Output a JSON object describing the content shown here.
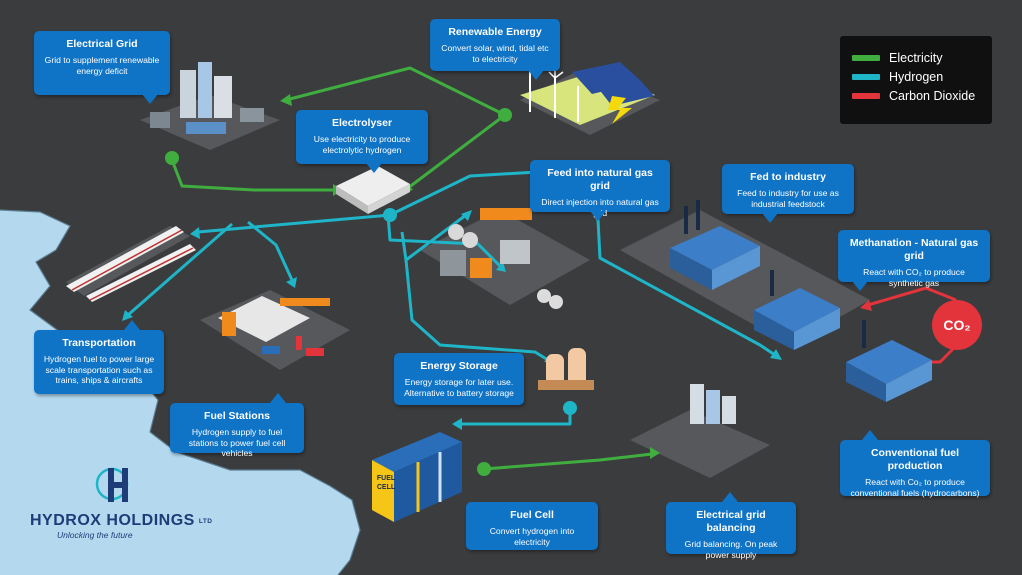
{
  "legend": {
    "items": [
      {
        "label": "Electricity",
        "color": "#3fae3f"
      },
      {
        "label": "Hydrogen",
        "color": "#1eb5c8"
      },
      {
        "label": "Carbon Dioxide",
        "color": "#e3343c"
      }
    ]
  },
  "callouts": {
    "electrical_grid": {
      "title": "Electrical Grid",
      "desc": "Grid to supplement renewable energy deficit"
    },
    "renewable_energy": {
      "title": "Renewable Energy",
      "desc": "Convert solar, wind, tidal etc to electricity"
    },
    "electrolyser": {
      "title": "Electrolyser",
      "desc": "Use electricity to produce electrolytic hydrogen"
    },
    "feed_gas_grid": {
      "title": "Feed into natural gas grid",
      "desc": "Direct injection into natural gas grid"
    },
    "fed_to_industry": {
      "title": "Fed to industry",
      "desc": "Feed to industry for use as industrial feedstock"
    },
    "methanation": {
      "title": "Methanation - Natural gas grid",
      "desc": "React with CO₂ to produce synthetic gas"
    },
    "transportation": {
      "title": "Transportation",
      "desc": "Hydrogen fuel to power large scale transportation such as trains, ships & aircrafts"
    },
    "fuel_stations": {
      "title": "Fuel Stations",
      "desc": "Hydrogen supply to fuel stations to power fuel cell vehicles"
    },
    "energy_storage": {
      "title": "Energy Storage",
      "desc": "Energy storage for later use. Alternative to battery storage"
    },
    "conventional_fuel": {
      "title": "Conventional fuel production",
      "desc": "React with Co₂ to produce conventional fuels (hydrocarbons)"
    },
    "fuel_cell": {
      "title": "Fuel Cell",
      "desc": "Convert hydrogen into electricity"
    },
    "grid_balancing": {
      "title": "Electrical grid balancing",
      "desc": "Grid balancing. On peak power supply"
    }
  },
  "co2_badge": "CO₂",
  "fuel_cell_label": "FUEL CELL",
  "logo": {
    "mark": "H",
    "company": "HYDROX HOLDINGS",
    "suffix": "LTD",
    "tagline": "Unlocking the future",
    "color": "#1d3c78"
  },
  "colors": {
    "background": "#3b3c3e",
    "water": "#b4d9ef",
    "callout": "#0f73c6"
  }
}
